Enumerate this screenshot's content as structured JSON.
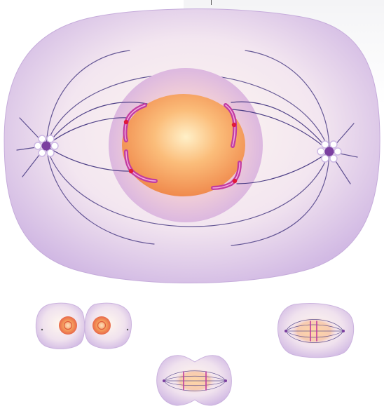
{
  "figure": {
    "colors": {
      "cytoplasm_outer": "#cdb3e2",
      "cytoplasm_inner": "#fbf0ec",
      "nucleus_outer": "#e7c5df",
      "nucleus_core": "#f8a460",
      "nucleus_center": "#fde6c0",
      "spindle_fiber": "#4d3f86",
      "chromosome": "#c23ca0",
      "kinetochore": "#e01a3a",
      "centrosome": "#7b3fa0",
      "corner_tint": "#f1f1f4"
    },
    "main_cell": {
      "stage": "prometaphase",
      "spindle_poles": 2,
      "chromosomes": 4
    },
    "thumbnails": [
      {
        "stage": "telophase-daughter-cells",
        "nuclei": 2
      },
      {
        "stage": "metaphase",
        "nuclei": 0
      },
      {
        "stage": "anaphase-cleavage",
        "nuclei": 0
      }
    ]
  }
}
